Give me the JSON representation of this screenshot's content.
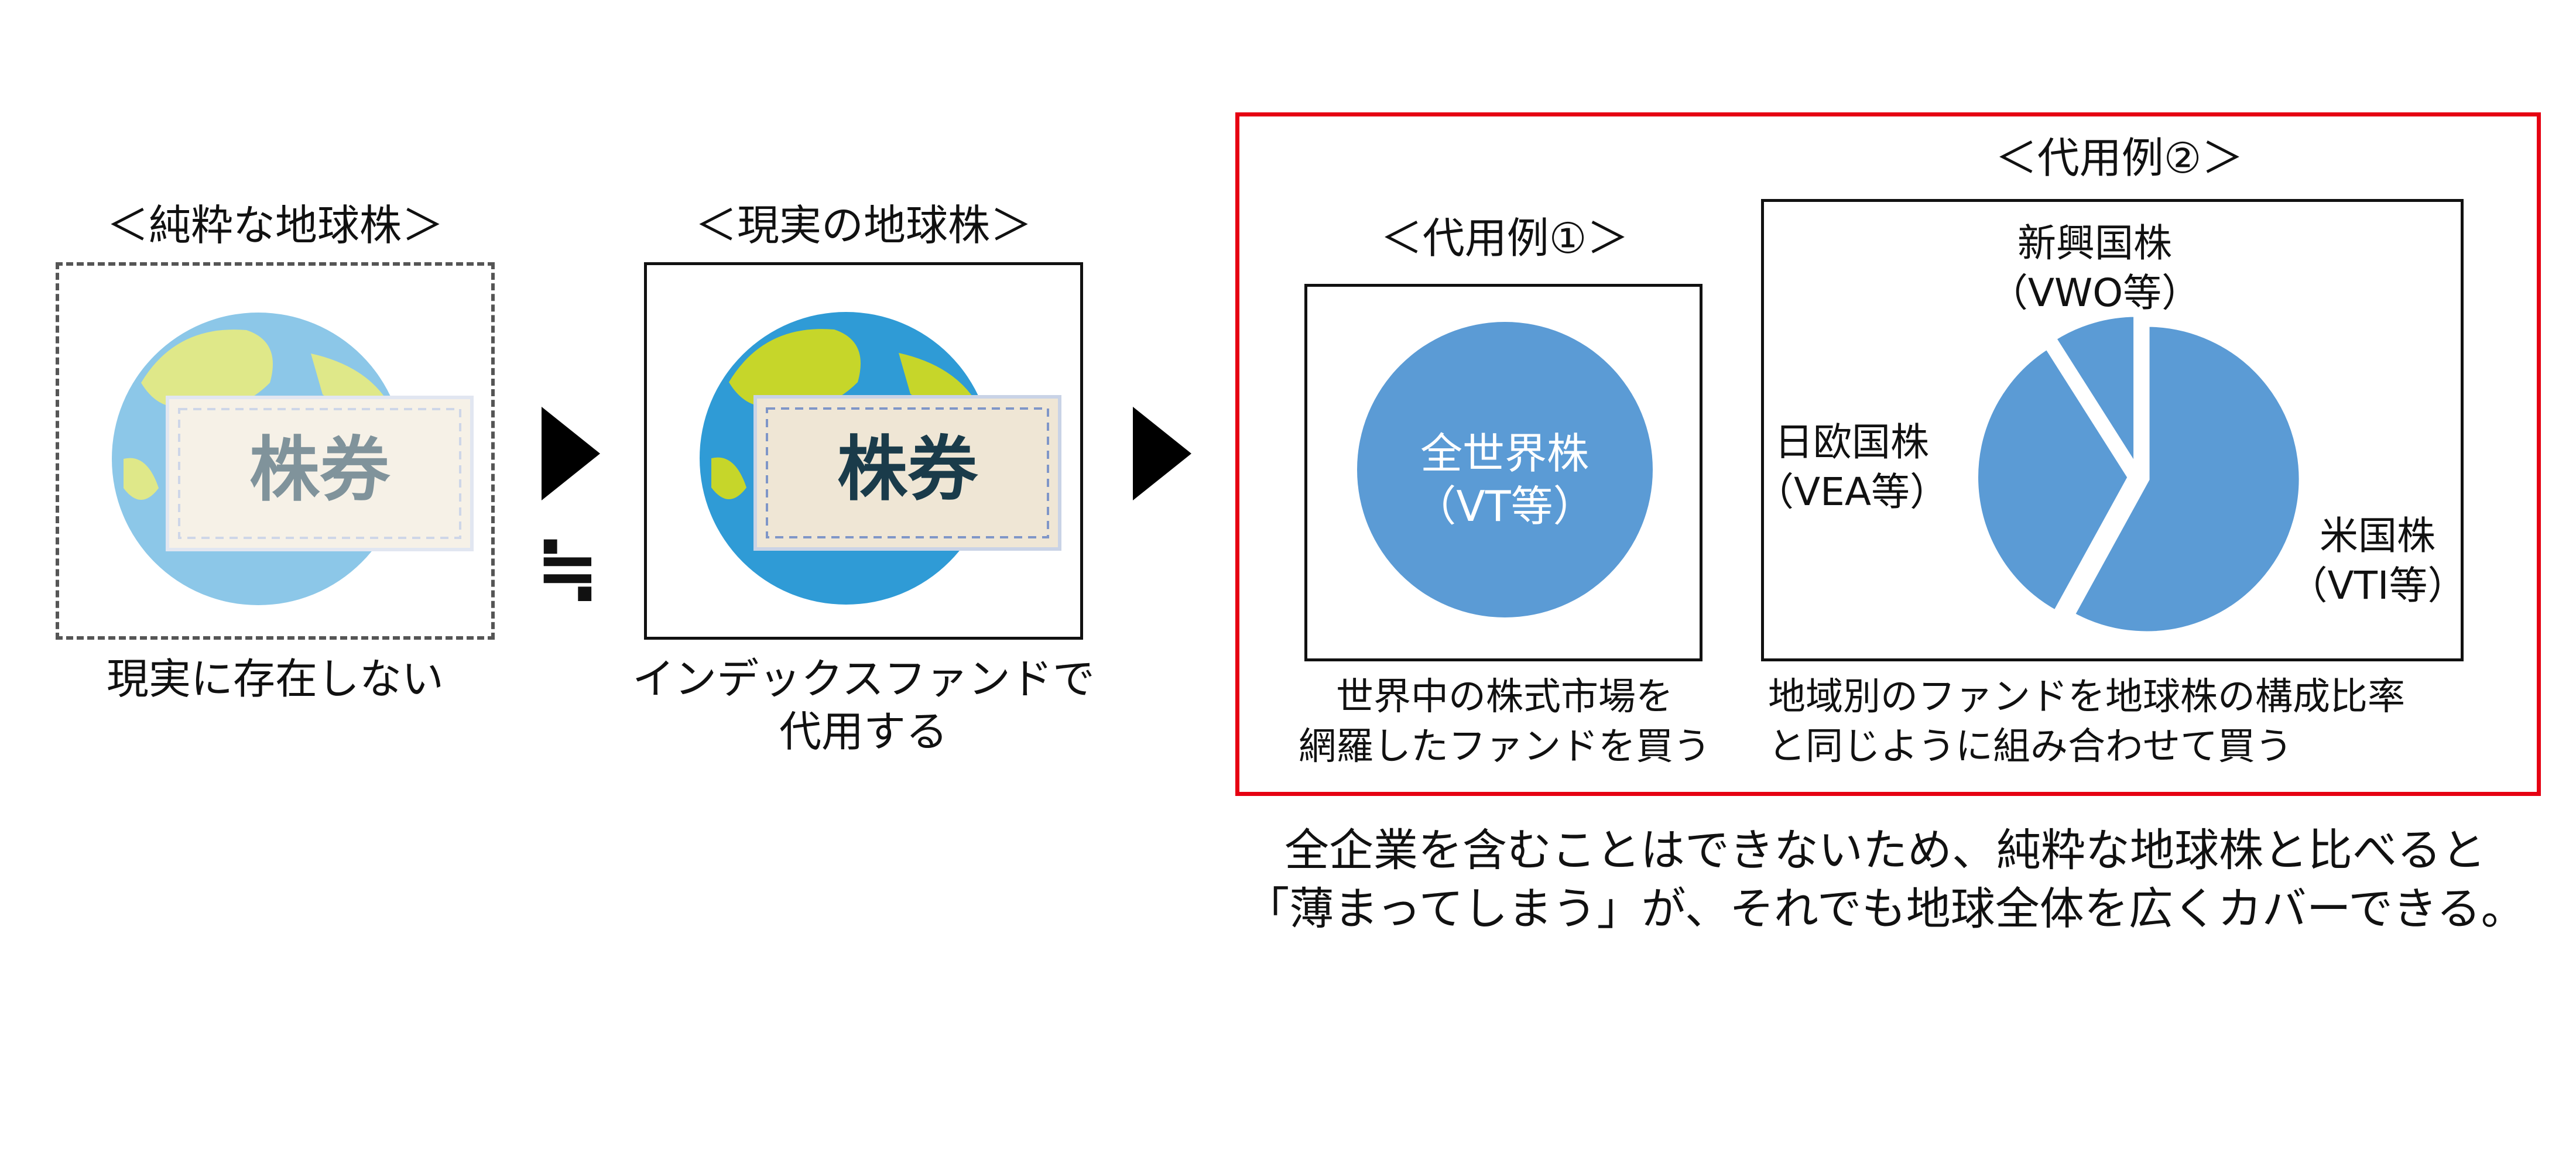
{
  "pure": {
    "title": "＜純粋な地球株＞",
    "caption": "現実に存在しない",
    "icon_text": "株券"
  },
  "approx_symbol": "≒",
  "real": {
    "title": "＜現実の地球株＞",
    "caption_line1": "インデックスファンドで",
    "caption_line2": "代用する",
    "icon_text": "株券"
  },
  "example1": {
    "title": "＜代用例①＞",
    "circle_line1": "全世界株",
    "circle_line2": "（VT等）",
    "caption_line1": "世界中の株式市場を",
    "caption_line2": "網羅したファンドを買う"
  },
  "example2": {
    "title": "＜代用例②＞",
    "caption_line1": "地域別のファンドを地球株の構成比率",
    "caption_line2": "と同じように組み合わせて買う"
  },
  "chart_data": {
    "type": "pie",
    "series": [
      {
        "name_line1": "米国株",
        "name_line2": "（VTI等）",
        "value": 58
      },
      {
        "name_line1": "日欧国株",
        "name_line2": "（VEA等）",
        "value": 33
      },
      {
        "name_line1": "新興国株",
        "name_line2": "（VWO等）",
        "value": 9
      }
    ],
    "color": "#5b9bd5"
  },
  "footer": {
    "line1": "全企業を含むことはできないため、純粋な地球株と比べると",
    "line2": "「薄まってしまう」が、それでも地球全体を広くカバーできる。"
  },
  "colors": {
    "red_frame": "#e60012",
    "circle_blue": "#5b9bd5",
    "earth_ocean": "#2f9bd6",
    "earth_land": "#c6d62a",
    "stock_paper": "#efe6d5",
    "stock_text": "#1a3b4a"
  }
}
